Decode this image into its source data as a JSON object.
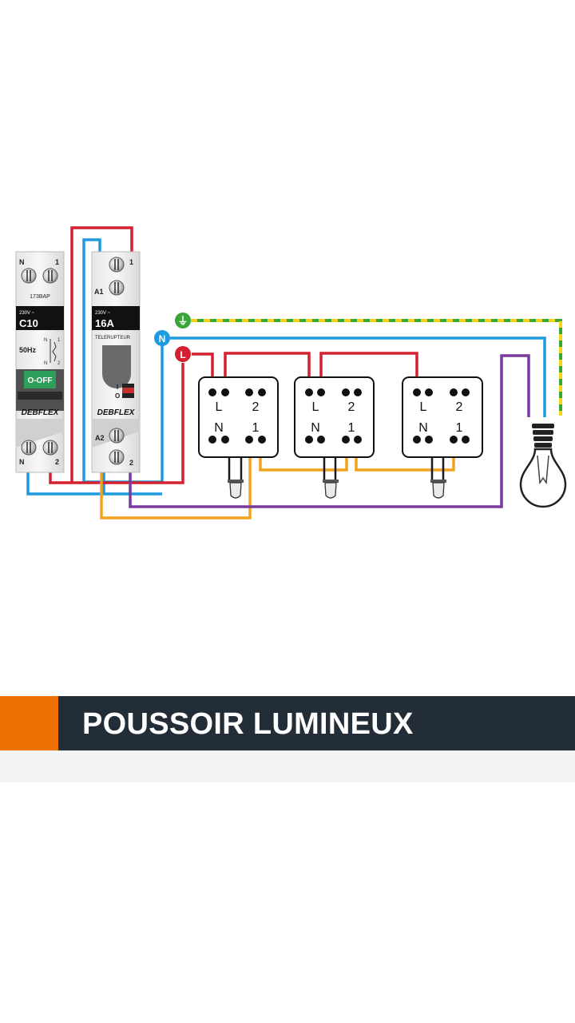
{
  "diagram": {
    "breaker": {
      "top_left": "N",
      "top_right": "1",
      "model": "173BAP",
      "voltage": "230V ~",
      "rating": "C10",
      "frequency": "50Hz",
      "sym_n": "N",
      "sym_1": "1",
      "sym_n2": "N",
      "sym_2": "2",
      "switch_label": "O-OFF",
      "brand": "DEBFLEX",
      "bottom_left": "N",
      "bottom_right": "2"
    },
    "relay": {
      "top_right": "1",
      "a1": "A1",
      "voltage": "230V ~",
      "rating": "16A",
      "name": "TELERUPTEUR",
      "on": "I",
      "off": "O",
      "brand": "DEBFLEX",
      "a2": "A2",
      "bottom_right": "2"
    },
    "lines": {
      "earth": "⏚",
      "neutral": "N",
      "live": "L"
    },
    "pushbuttons": [
      {
        "l": "L",
        "two": "2",
        "n": "N",
        "one": "1"
      },
      {
        "l": "L",
        "two": "2",
        "n": "N",
        "one": "1"
      },
      {
        "l": "L",
        "two": "2",
        "n": "N",
        "one": "1"
      }
    ],
    "colors": {
      "live": "#d42030",
      "neutral": "#1e9be0",
      "earth_green": "#3aa63a",
      "earth_yellow": "#f2d51b",
      "control": "#f2a21d",
      "return": "#7b3aa0"
    }
  },
  "banner": {
    "title": "POUSSOIR LUMINEUX",
    "accent": "#ee7203",
    "bar": "#232d38"
  }
}
